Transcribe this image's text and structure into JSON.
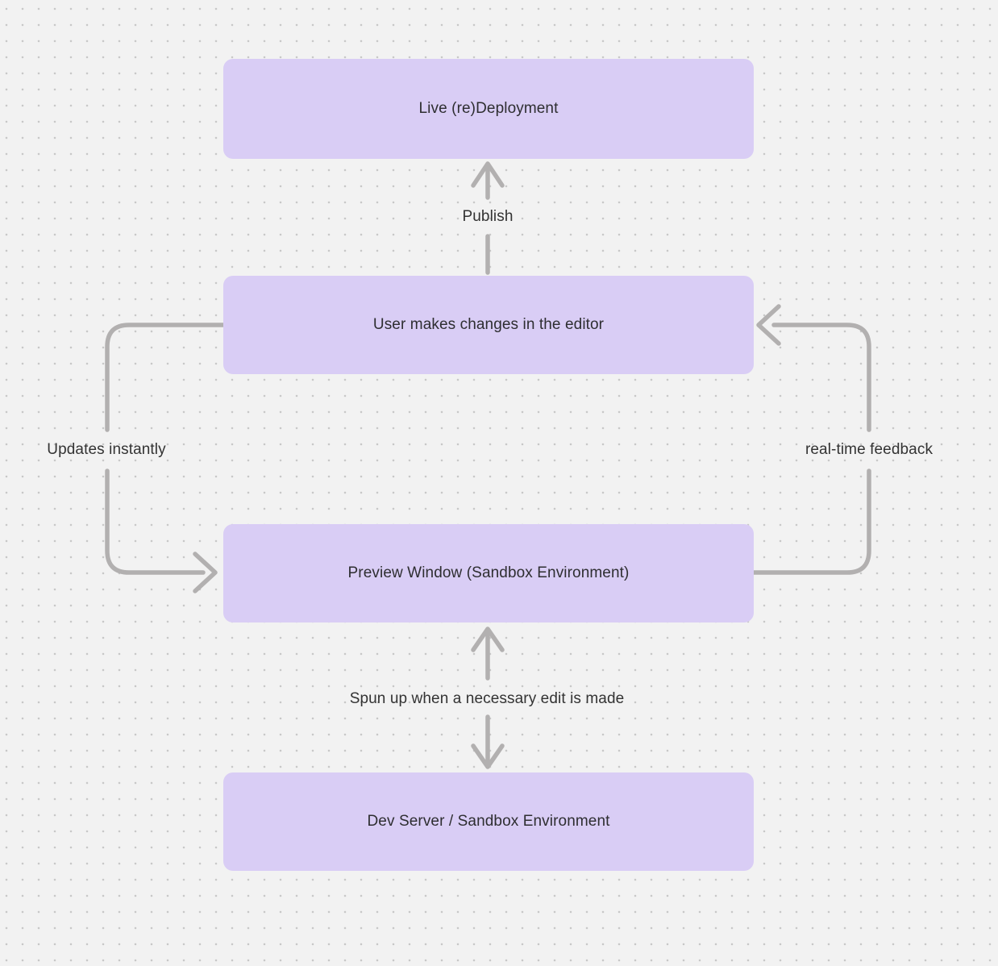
{
  "colors": {
    "bg": "#f2f2f2",
    "dot": "#c8c8c8",
    "node_fill": "#d9cdf5",
    "node_text": "#2e2e31",
    "edge": "#b2b0b0",
    "label_text": "#333333"
  },
  "diagram": {
    "nodes": [
      {
        "id": "live-redeployment",
        "label": "Live (re)Deployment"
      },
      {
        "id": "user-editor",
        "label": "User makes changes in the editor"
      },
      {
        "id": "preview-window",
        "label": "Preview Window (Sandbox Environment)"
      },
      {
        "id": "dev-server",
        "label": "Dev Server / Sandbox Environment"
      }
    ],
    "edges": [
      {
        "label": "Publish",
        "from": "user-editor",
        "to": "live-redeployment",
        "direction": "up"
      },
      {
        "label": "Updates instantly",
        "from": "user-editor",
        "to": "preview-window",
        "direction": "down"
      },
      {
        "label": "real-time feedback",
        "from": "preview-window",
        "to": "user-editor",
        "direction": "up"
      },
      {
        "label": "Spun up when a necessary edit is made",
        "from": "preview-window",
        "to": "dev-server",
        "direction": "both"
      }
    ]
  }
}
